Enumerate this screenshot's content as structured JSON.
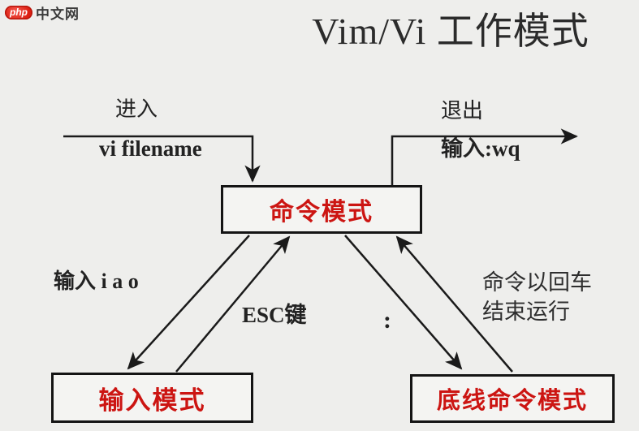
{
  "logo": {
    "php_badge": "php",
    "site_name": "中文网"
  },
  "title": "Vim/Vi 工作模式",
  "enter_flow": {
    "label": "进入",
    "command": "vi filename"
  },
  "exit_flow": {
    "label": "退出",
    "command": "输入:wq"
  },
  "nodes": {
    "command_mode": "命令模式",
    "input_mode": "输入模式",
    "lastline_mode": "底线命令模式"
  },
  "edge_labels": {
    "enter_input": "输入 i a o",
    "esc": "ESC键",
    "colon": ":",
    "run_lines": [
      "命令以回车",
      "结束运行"
    ]
  },
  "colors": {
    "page_bg": "#eeeeec",
    "box_bg": "#f4f4f2",
    "mode_text": "#cc1512",
    "line": "#1a1a1a",
    "logo_red": "#dc1f12"
  }
}
